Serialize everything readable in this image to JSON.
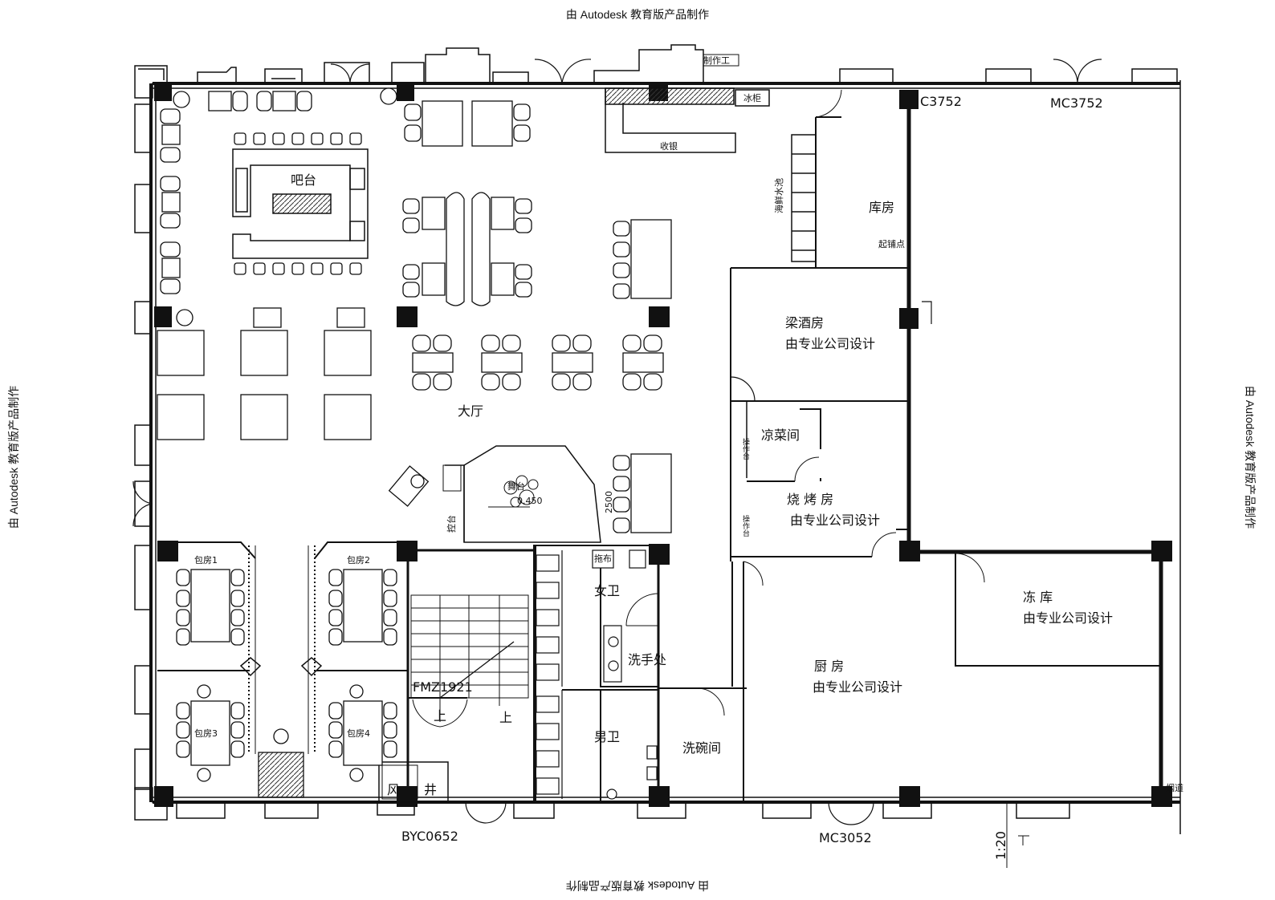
{
  "watermark": {
    "top": "由 Autodesk 教育版产品制作",
    "bottom": "由 Autodesk 教育版产品制作",
    "left": "由 Autodesk 教育版产品制作",
    "right": "由 Autodesk 教育版产品制作"
  },
  "rooms": {
    "bar": "吧台",
    "cashier": "收银",
    "fridge": "冰柜",
    "seafood_pool": "海鲜水池",
    "storage": "库房",
    "start_point": "起铺点",
    "wine_room": "梁酒房",
    "wine_room_note": "由专业公司设计",
    "cold_dish": "凉菜间",
    "operation_counter_1": "操作台",
    "operation_counter_2": "操作台",
    "bbq_room": "烧 烤 房",
    "bbq_room_note": "由专业公司设计",
    "hall": "大厅",
    "stage": "舞台",
    "stage_level": "0.450",
    "stage_width": "2500",
    "control_desk": "控台",
    "private_1": "包房1",
    "private_2": "包房2",
    "private_3": "包房3",
    "private_4": "包房4",
    "womens_wc": "女卫",
    "mop": "拖布",
    "wash_hands": "洗手处",
    "mens_wc": "男卫",
    "dishwash": "洗碗间",
    "kitchen": "厨 房",
    "kitchen_note": "由专业公司设计",
    "freezer": "冻 库",
    "freezer_note": "由专业公司设计",
    "air_shaft_1": "风",
    "air_shaft_2": "井",
    "up_1": "上",
    "up_2": "上",
    "chimney": "烟道",
    "top_tag": "制作工"
  },
  "door_codes": {
    "c3752": "C3752",
    "mc3752": "MC3752",
    "fm": "FMZ1921",
    "byc": "BYC0652",
    "mc3052": "MC3052"
  },
  "scale": "1:20"
}
